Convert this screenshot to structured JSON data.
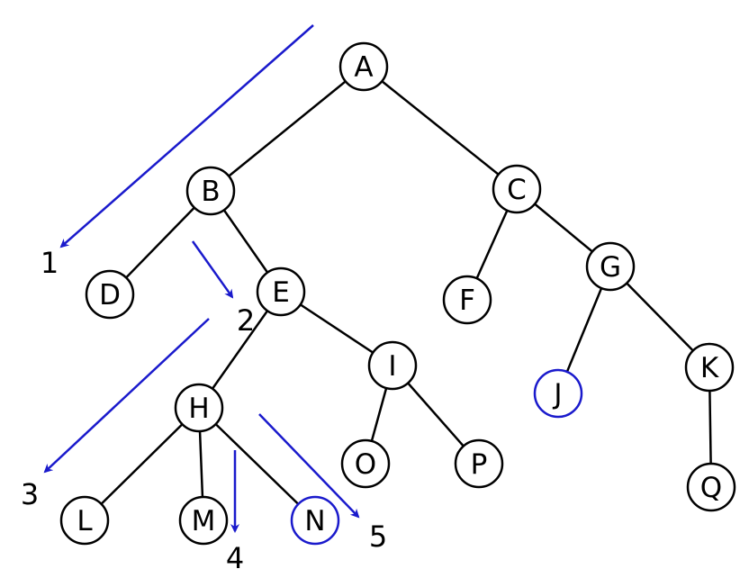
{
  "diagram": {
    "type": "tree-traversal",
    "nodes": [
      {
        "id": "A",
        "label": "A",
        "highlighted": false
      },
      {
        "id": "B",
        "label": "B",
        "highlighted": false
      },
      {
        "id": "C",
        "label": "C",
        "highlighted": false
      },
      {
        "id": "D",
        "label": "D",
        "highlighted": false
      },
      {
        "id": "E",
        "label": "E",
        "highlighted": false
      },
      {
        "id": "F",
        "label": "F",
        "highlighted": false
      },
      {
        "id": "G",
        "label": "G",
        "highlighted": false
      },
      {
        "id": "H",
        "label": "H",
        "highlighted": false
      },
      {
        "id": "I",
        "label": "I",
        "highlighted": false
      },
      {
        "id": "J",
        "label": "J",
        "highlighted": true
      },
      {
        "id": "K",
        "label": "K",
        "highlighted": false
      },
      {
        "id": "L",
        "label": "L",
        "highlighted": false
      },
      {
        "id": "M",
        "label": "M",
        "highlighted": false
      },
      {
        "id": "N",
        "label": "N",
        "highlighted": true
      },
      {
        "id": "O",
        "label": "O",
        "highlighted": false
      },
      {
        "id": "P",
        "label": "P",
        "highlighted": false
      },
      {
        "id": "Q",
        "label": "Q",
        "highlighted": false
      }
    ],
    "edges": [
      [
        "A",
        "B"
      ],
      [
        "A",
        "C"
      ],
      [
        "B",
        "D"
      ],
      [
        "B",
        "E"
      ],
      [
        "C",
        "F"
      ],
      [
        "C",
        "G"
      ],
      [
        "E",
        "H"
      ],
      [
        "E",
        "I"
      ],
      [
        "G",
        "J"
      ],
      [
        "G",
        "K"
      ],
      [
        "H",
        "L"
      ],
      [
        "H",
        "M"
      ],
      [
        "H",
        "N"
      ],
      [
        "I",
        "O"
      ],
      [
        "I",
        "P"
      ],
      [
        "K",
        "Q"
      ]
    ],
    "steps": [
      {
        "label": "1"
      },
      {
        "label": "2"
      },
      {
        "label": "3"
      },
      {
        "label": "4"
      },
      {
        "label": "5"
      }
    ],
    "colors": {
      "edge": "#000000",
      "node_border": "#000000",
      "highlight": "#1a1acc",
      "arrow": "#1a1acc"
    }
  }
}
